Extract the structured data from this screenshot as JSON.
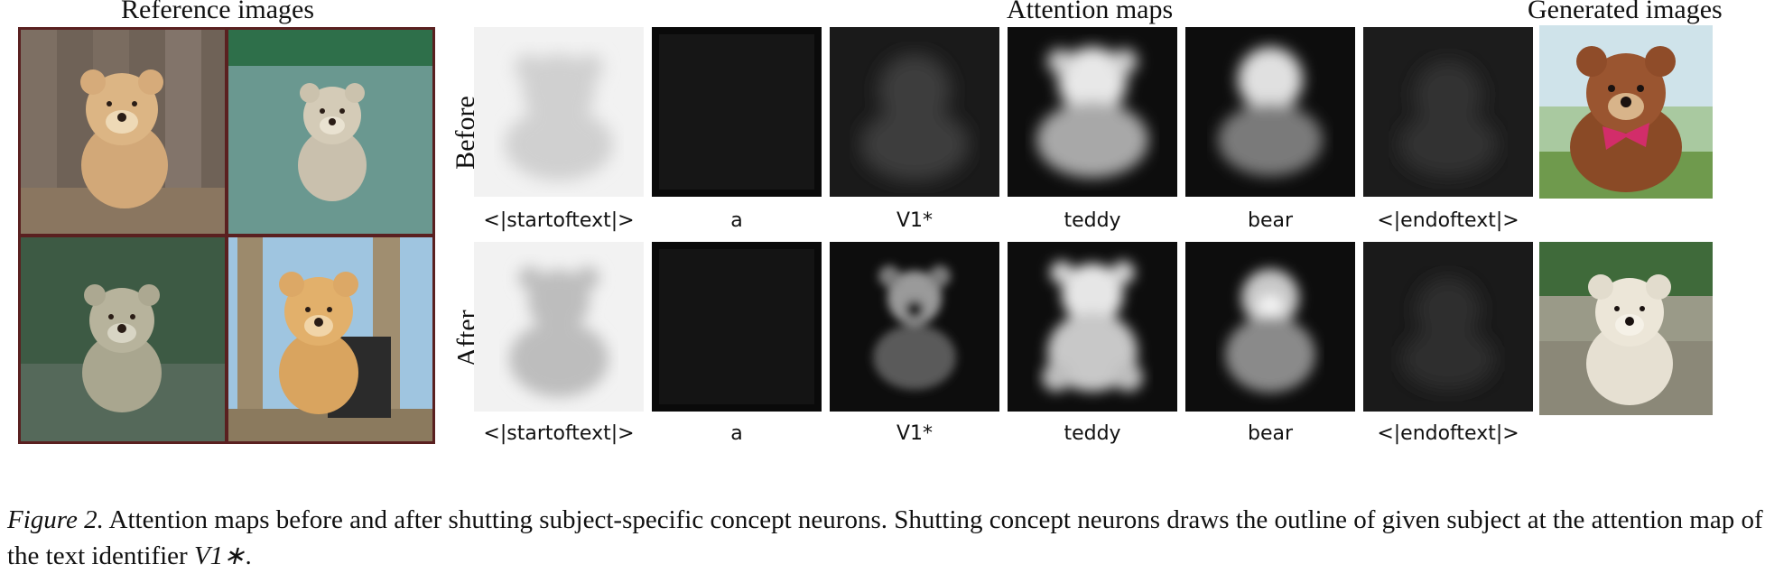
{
  "headers": {
    "reference": "Reference images",
    "attention": "Attention maps",
    "generated": "Generated images"
  },
  "row_labels": {
    "before": "Before",
    "after": "After"
  },
  "tokens": [
    "<|startoftext|>",
    "a",
    "V1*",
    "teddy",
    "bear",
    "<|endoftext|>"
  ],
  "caption": {
    "fig_label": "Figure 2.",
    "text": " Attention maps before and after shutting subject-specific concept neurons. Shutting concept neurons draws the outline of given subject at the attention map of the text identifier ",
    "math": "V1∗",
    "end": "."
  },
  "colors": {
    "frame": "#5a2020"
  }
}
